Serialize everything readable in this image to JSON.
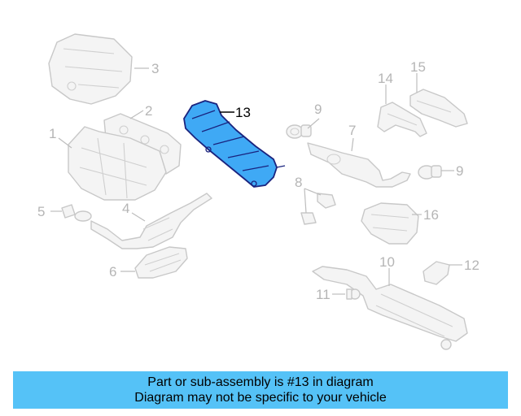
{
  "diagram": {
    "highlighted_part": "13",
    "colors": {
      "highlight_fill": "#3fa9f5",
      "highlight_stroke": "#1a237e",
      "part_stroke": "#c8c8c8",
      "label_gray": "#b5b5b5",
      "banner": "#55c2f7"
    },
    "callouts": {
      "c1": "1",
      "c2": "2",
      "c3": "3",
      "c4": "4",
      "c5": "5",
      "c6": "6",
      "c7": "7",
      "c8": "8",
      "c9a": "9",
      "c9b": "9",
      "c10": "10",
      "c11": "11",
      "c12": "12",
      "c13": "13",
      "c14": "14",
      "c15": "15",
      "c16": "16"
    }
  },
  "banner": {
    "line1": "Part or sub-assembly is #13 in diagram",
    "line2": "Diagram may not be specific to your vehicle"
  }
}
